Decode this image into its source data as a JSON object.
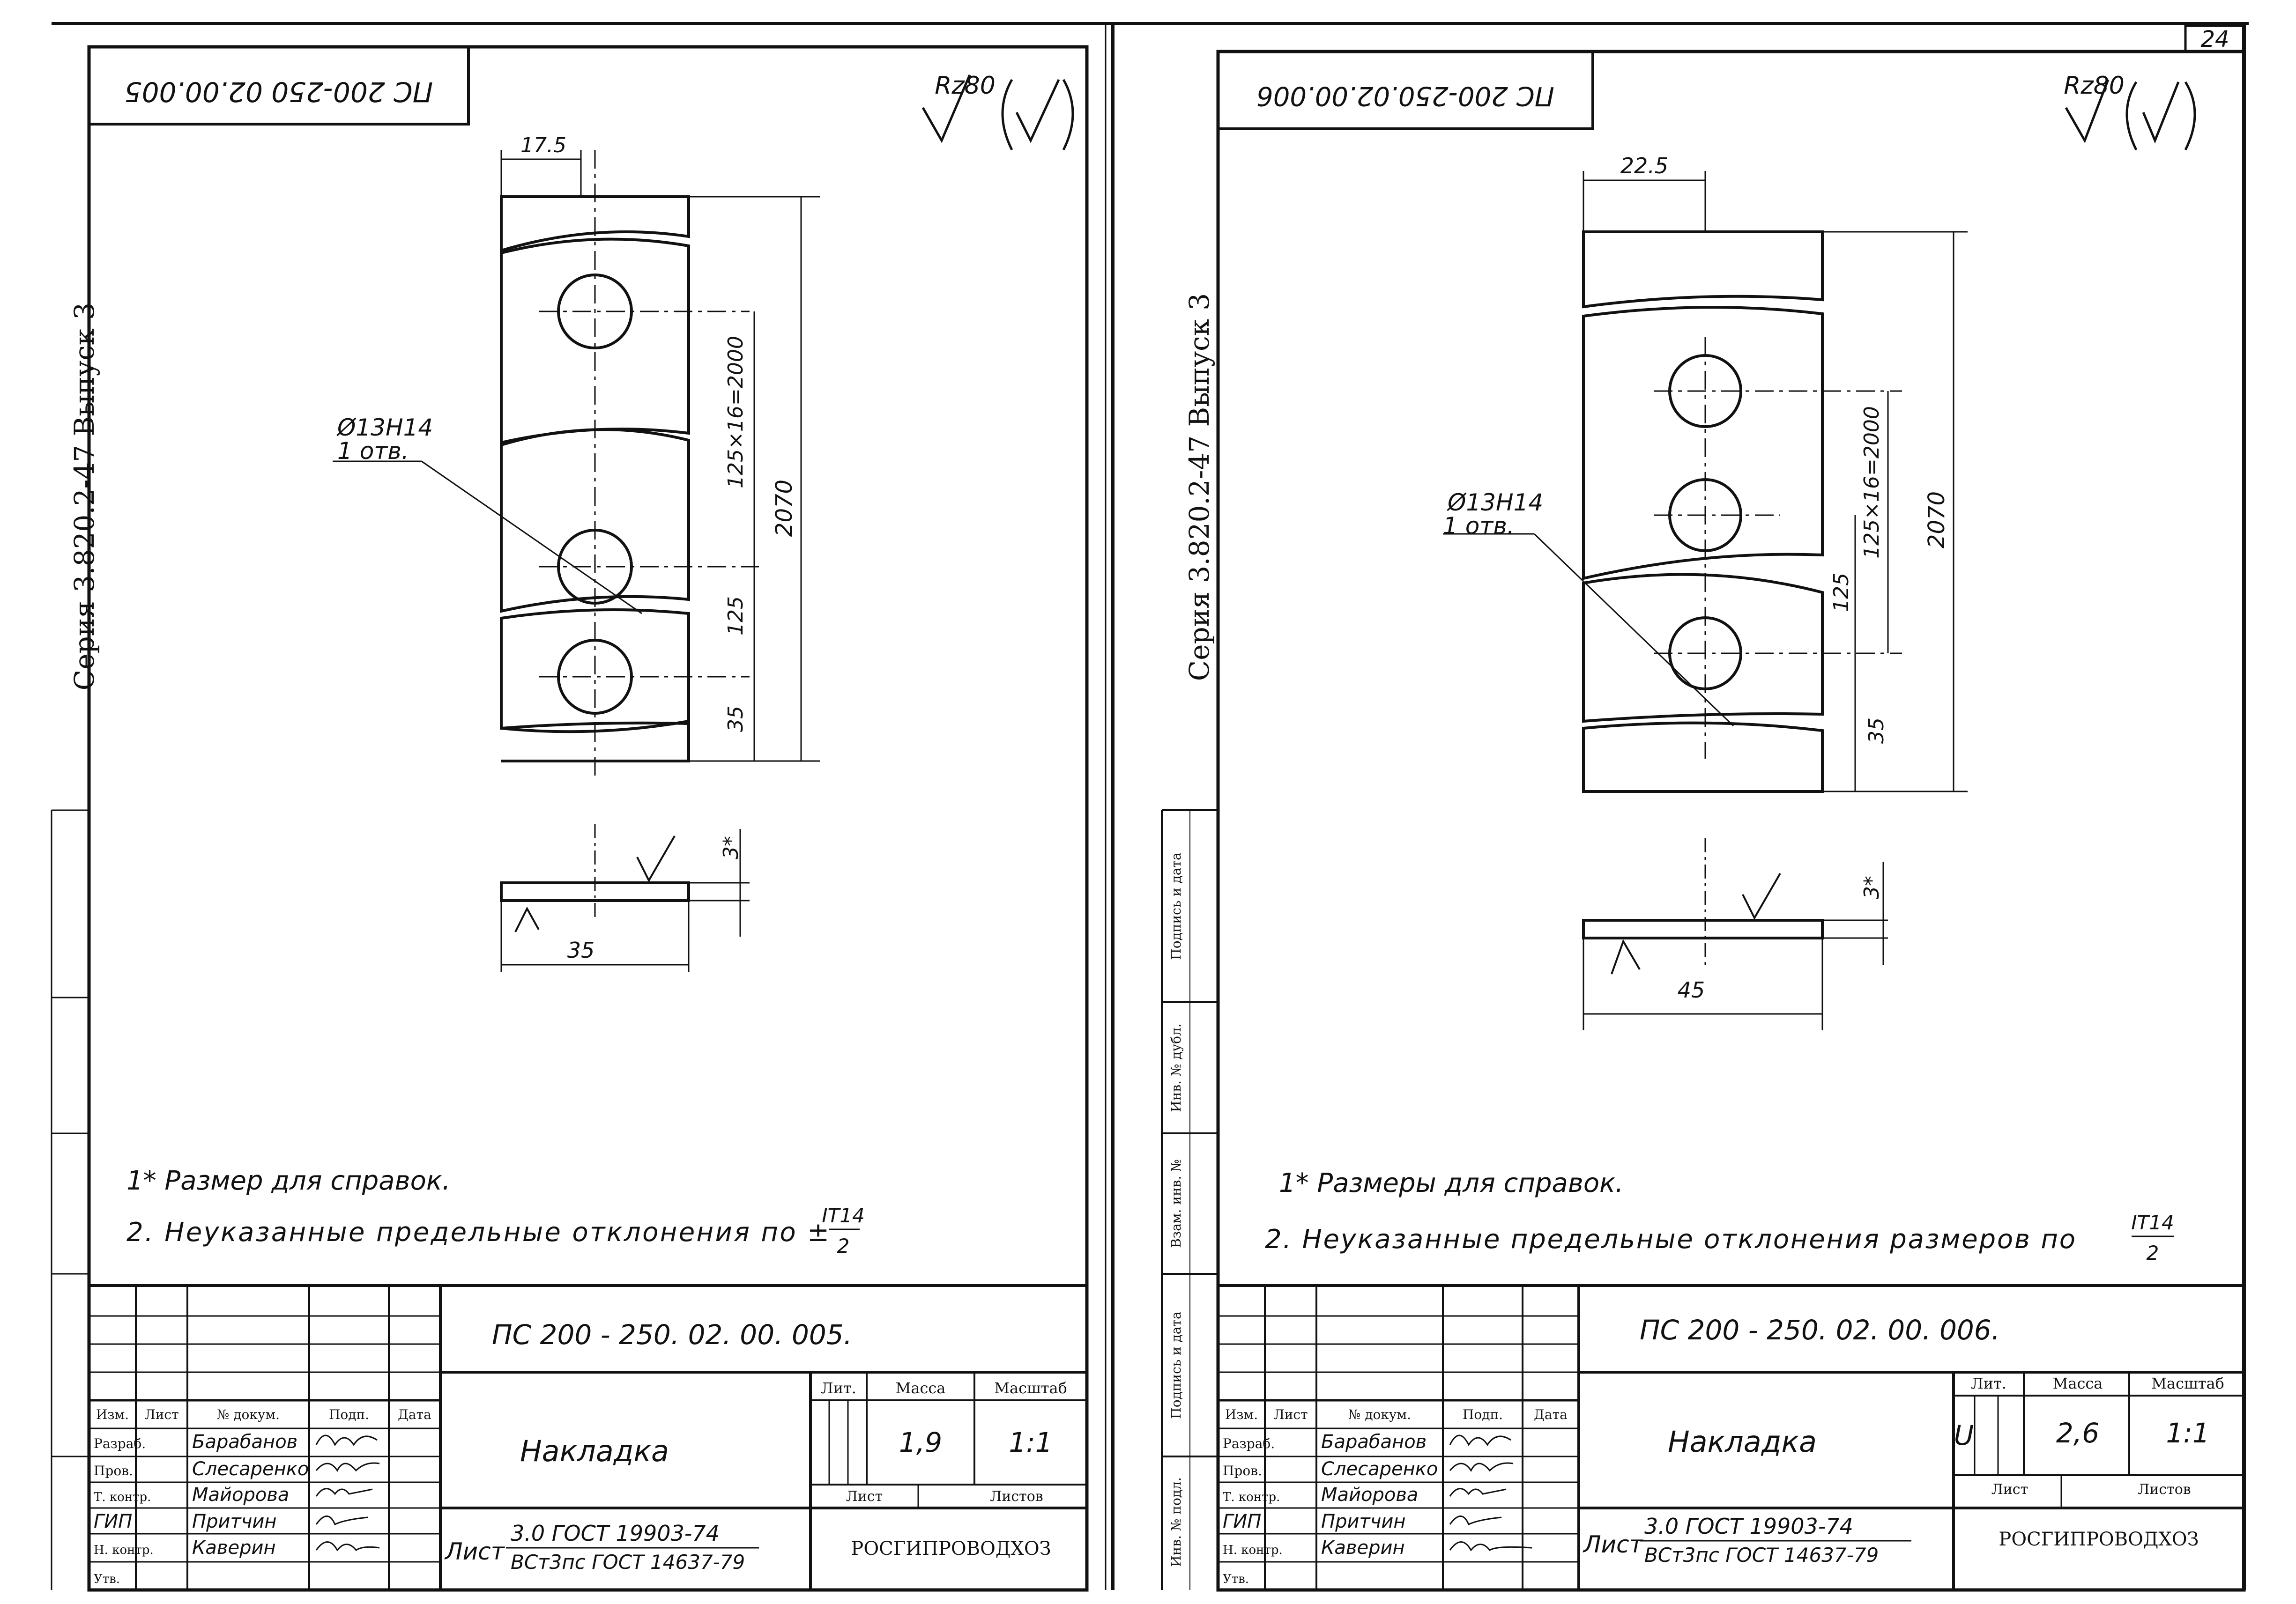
{
  "page_number": "24",
  "sheets": [
    {
      "id": "left",
      "series_label": "Серия 3.820.2-47 Выпуск 3",
      "drawing_code_mirrored": "ПС 200-250 02.00.005",
      "roughness": "Rz80",
      "dims": {
        "width_top": "17.5",
        "hole": "Ø13H14",
        "hole_count": "1 отв.",
        "pitch": "125×16=2000",
        "overall": "2070",
        "gap": "125",
        "end": "35",
        "thickness": "3*",
        "width_section": "35"
      },
      "notes": [
        "1* Размер для справок.",
        "2. Неуказанные предельные отклонения по ±"
      ],
      "tolerance_num": "IT14",
      "tolerance_den": "2",
      "title_block": {
        "designation": "ПС 200 - 250. 02. 00. 005.",
        "name": "Накладка",
        "lit_label": "Лит.",
        "mass_label": "Масса",
        "scale_label": "Масштаб",
        "mass": "1,9",
        "scale": "1:1",
        "lit_value": "",
        "sheet_label": "Лист",
        "sheets_label": "Листов",
        "material_prefix": "Лист",
        "material_top": "3.0 ГОСТ 19903-74",
        "material_bottom": "ВСт3пс ГОСТ 14637-79",
        "org": "РОСГИПРОВОДХОЗ",
        "header_cols": [
          "Изм.",
          "Лист",
          "№ докум.",
          "Подп.",
          "Дата"
        ],
        "roles": [
          "Разраб.",
          "Пров.",
          "Т. контр.",
          "ГИП",
          "Н. контр.",
          "Утв."
        ],
        "names": [
          "Барабанов",
          "Слесаренко",
          "Майорова",
          "Притчин",
          "Каверин",
          ""
        ]
      }
    },
    {
      "id": "right",
      "series_label": "Серия 3.820.2-47 Выпуск 3",
      "drawing_code_mirrored": "ПС 200-250.02.00.006",
      "roughness": "Rz80",
      "dims": {
        "width_top": "22.5",
        "hole": "Ø13H14",
        "hole_count": "1 отв.",
        "pitch": "125×16=2000",
        "overall": "2070",
        "gap": "125",
        "end": "35",
        "thickness": "3*",
        "width_section": "45"
      },
      "notes": [
        "1* Размеры для справок.",
        "2. Неуказанные предельные отклонения размеров по"
      ],
      "tolerance_num": "IT14",
      "tolerance_den": "2",
      "title_block": {
        "designation": "ПС 200 - 250. 02. 00. 006.",
        "name": "Накладка",
        "lit_label": "Лит.",
        "mass_label": "Масса",
        "scale_label": "Масштаб",
        "mass": "2,6",
        "scale": "1:1",
        "lit_value": "U",
        "sheet_label": "Лист",
        "sheets_label": "Листов",
        "material_prefix": "Лист",
        "material_top": "3.0 ГОСТ 19903-74",
        "material_bottom": "ВСт3пс ГОСТ 14637-79",
        "org": "РОСГИПРОВОДХОЗ",
        "header_cols": [
          "Изм.",
          "Лист",
          "№ докум.",
          "Подп.",
          "Дата"
        ],
        "roles": [
          "Разраб.",
          "Пров.",
          "Т. контр.",
          "ГИП",
          "Н. контр.",
          "Утв."
        ],
        "names": [
          "Барабанов",
          "Слесаренко",
          "Майорова",
          "Притчин",
          "Каверин",
          ""
        ],
        "side_stamp": [
          "Подпись и дата",
          "Инв. № дубл.",
          "Взам. инв. №",
          "Подпись и дата",
          "Инв. № подл."
        ]
      }
    }
  ]
}
